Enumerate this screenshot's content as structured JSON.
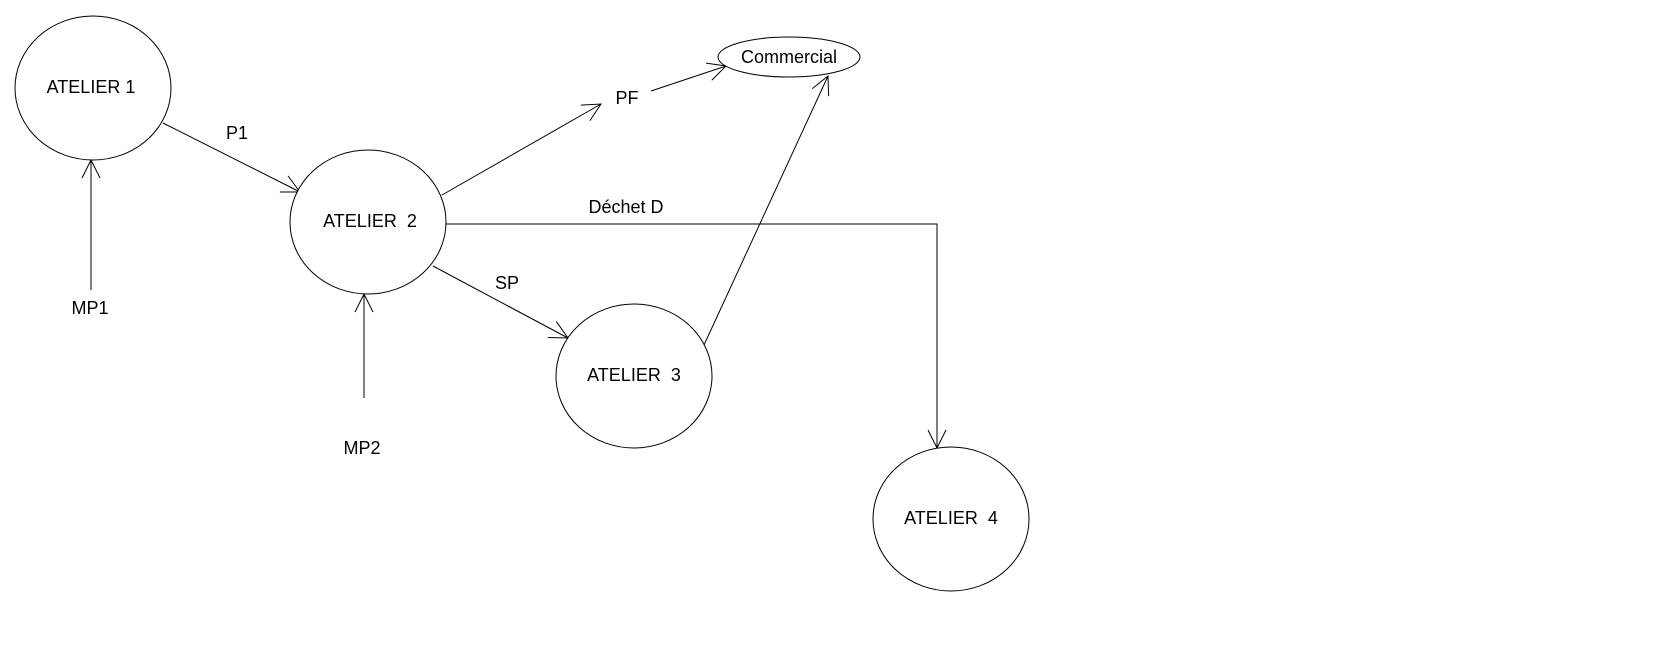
{
  "nodes": {
    "atelier1": "ATELIER 1",
    "atelier2": "ATELIER  2",
    "atelier3": "ATELIER  3",
    "atelier4": "ATELIER  4",
    "commercial": "Commercial"
  },
  "inputs": {
    "mp1": "MP1",
    "mp2": "MP2",
    "pf": "PF"
  },
  "flows": {
    "p1": "P1",
    "sp": "SP",
    "dechet": "Déchet D"
  }
}
